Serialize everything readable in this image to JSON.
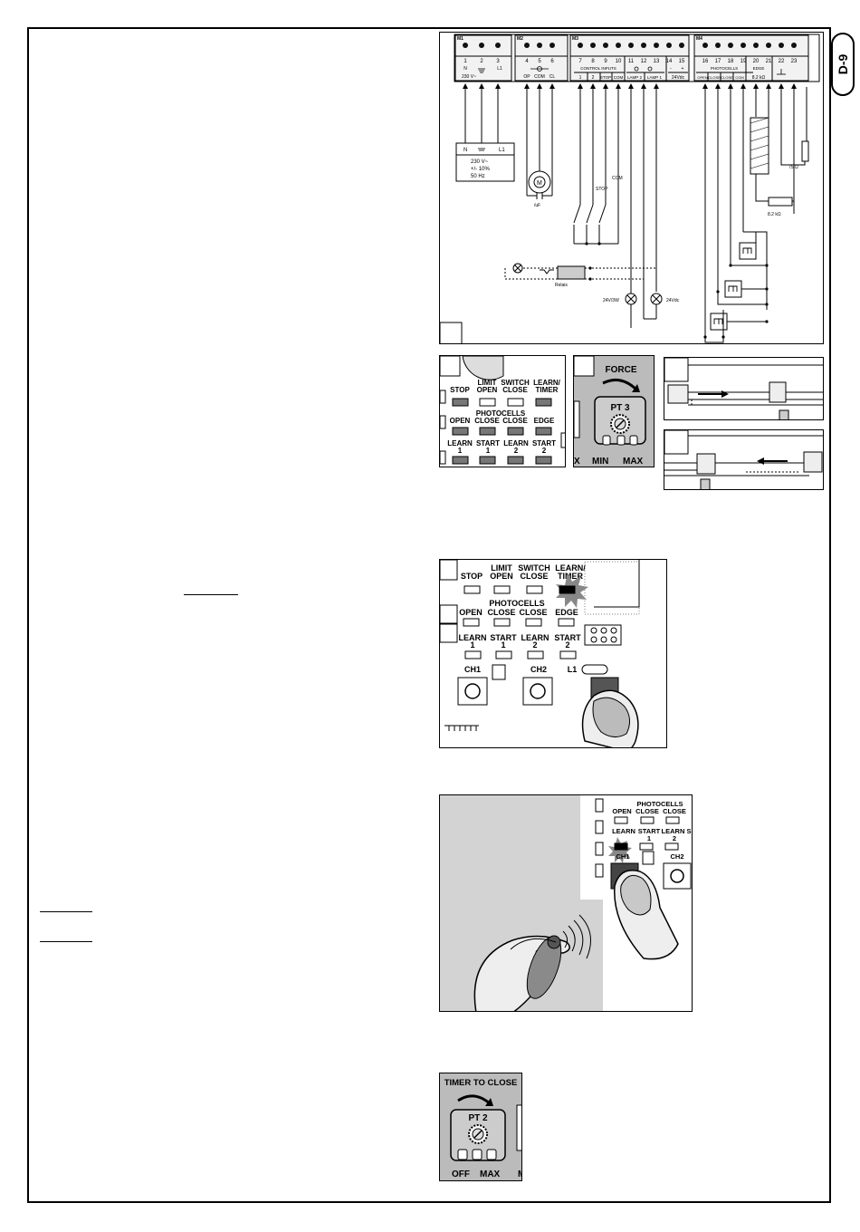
{
  "page": {
    "number": "D-9"
  },
  "wiring": {
    "blocks": [
      {
        "id": "M1",
        "terminals": [
          "1",
          "2",
          "3"
        ],
        "labels": [
          "N",
          "L1"
        ],
        "voltage": "230 V~"
      },
      {
        "id": "M2",
        "terminals": [
          "4",
          "5",
          "6"
        ],
        "labels": [
          "OP",
          "COM",
          "CL"
        ]
      },
      {
        "id": "M3",
        "terminals": [
          "7",
          "8",
          "9",
          "10",
          "11",
          "12",
          "13",
          "14",
          "15"
        ],
        "labels": [
          "CONTROL INPUTS",
          "1",
          "2",
          "STOP",
          "COM",
          "LAMP 2",
          "LAMP 1",
          "24Vdc",
          "-",
          "+"
        ]
      },
      {
        "id": "M4",
        "terminals": [
          "16",
          "17",
          "18",
          "19",
          "20",
          "21",
          "22",
          "23"
        ],
        "labels": [
          "PHOTOCELLS",
          "OPEN",
          "CLOSE",
          "CLOSE",
          "COM",
          "EDGE",
          "8.2 kΩ"
        ]
      }
    ],
    "supply": {
      "n": "N",
      "l1": "L1",
      "voltage": "230 V~",
      "tolerance": "+/- 10%",
      "freq": "50 Hz"
    },
    "capacitor": "/uF",
    "com_label": "COM",
    "stop_label": "STOP",
    "relay_label": "Relais",
    "lamp1_label": "24V/3W",
    "lamp2_label": "24Vdc",
    "res1": "75 Ω",
    "res2": "8.2 kΩ"
  },
  "dip_panel": {
    "row1": [
      "STOP",
      "LIMIT OPEN",
      "SWITCH CLOSE",
      "LEARN/ TIMER"
    ],
    "photocells": "PHOTOCELLS",
    "row2": [
      "OPEN",
      "CLOSE",
      "CLOSE",
      "EDGE"
    ],
    "row3": [
      "LEARN 1",
      "START 1",
      "LEARN 2",
      "START 2"
    ]
  },
  "force": {
    "title": "FORCE",
    "pot": "PT 3",
    "min": "MIN",
    "max": "MAX",
    "left": "X"
  },
  "learn_panel": {
    "row1": [
      "STOP",
      "LIMIT OPEN",
      "SWITCH CLOSE",
      "LEARN/ TIMER"
    ],
    "photocells": "PHOTOCELLS",
    "row2": [
      "OPEN",
      "CLOSE",
      "CLOSE",
      "EDGE"
    ],
    "row3": [
      "LEARN 1",
      "START 1",
      "LEARN 2",
      "START 2"
    ],
    "buttons": [
      "CH1",
      "CH2",
      "L1"
    ]
  },
  "remote_panel": {
    "photocells": "PHOTOCELLS",
    "row1": [
      "OPEN",
      "CLOSE",
      "CLOSE"
    ],
    "row2": [
      "LEARN",
      "START 1",
      "LEARN S"
    ],
    "buttons": [
      "CH1",
      "CH2"
    ]
  },
  "timer": {
    "title": "TIMER TO CLOSE",
    "pot": "PT 2",
    "off": "OFF",
    "max": "MAX",
    "right": "M"
  }
}
